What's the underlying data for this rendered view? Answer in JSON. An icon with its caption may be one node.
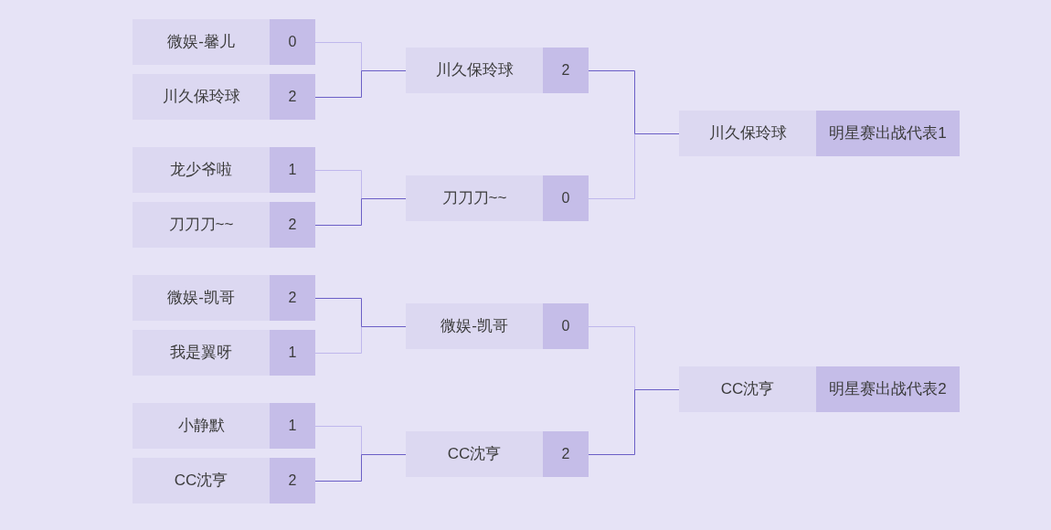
{
  "diagram": {
    "nodes": [
      {
        "text": [
          "微娱-馨儿",
          "0"
        ]
      },
      {
        "text": [
          "川久保玲球",
          "2"
        ]
      },
      {
        "text": [
          "龙少爷啦",
          "1"
        ]
      },
      {
        "text": [
          "刀刀刀~~",
          "2"
        ]
      },
      {
        "text": [
          "微娱-凯哥",
          "2"
        ]
      },
      {
        "text": [
          "我是翼呀",
          "1"
        ]
      },
      {
        "text": [
          "小静默",
          "1"
        ]
      },
      {
        "text": [
          "CC沈亨",
          "2"
        ]
      },
      {
        "text": [
          "川久保玲球",
          "2"
        ]
      },
      {
        "text": [
          "刀刀刀~~",
          "0"
        ]
      },
      {
        "text": [
          "微娱-凯哥",
          "0"
        ]
      },
      {
        "text": [
          "CC沈亨",
          "2"
        ]
      },
      {
        "text": [
          "川久保玲球",
          "明星赛出战代表1"
        ]
      },
      {
        "text": [
          "CC沈亨",
          "明星赛出战代表2"
        ]
      }
    ],
    "edges": [
      {
        "from": 0,
        "to": 8,
        "arrow": "none",
        "color": "#bfb7ec"
      },
      {
        "from": 1,
        "to": 8,
        "arrow": "none"
      },
      {
        "from": 2,
        "to": 9,
        "arrow": "none",
        "color": "#bfb7ec"
      },
      {
        "from": 3,
        "to": 9,
        "arrow": "none"
      },
      {
        "from": 4,
        "to": 10,
        "arrow": "none"
      },
      {
        "from": 5,
        "to": 10,
        "arrow": "none",
        "color": "#bfb7ec"
      },
      {
        "from": 6,
        "to": 11,
        "arrow": "none",
        "color": "#bfb7ec"
      },
      {
        "from": 7,
        "to": 11,
        "arrow": "none"
      },
      {
        "from": 8,
        "to": 12,
        "arrow": "none"
      },
      {
        "from": 9,
        "to": 12,
        "arrow": "none",
        "color": "#bfb7ec"
      },
      {
        "from": 10,
        "to": 13,
        "arrow": "none",
        "color": "#bfb7ec"
      },
      {
        "from": 11,
        "to": 13,
        "arrow": "none"
      }
    ]
  }
}
